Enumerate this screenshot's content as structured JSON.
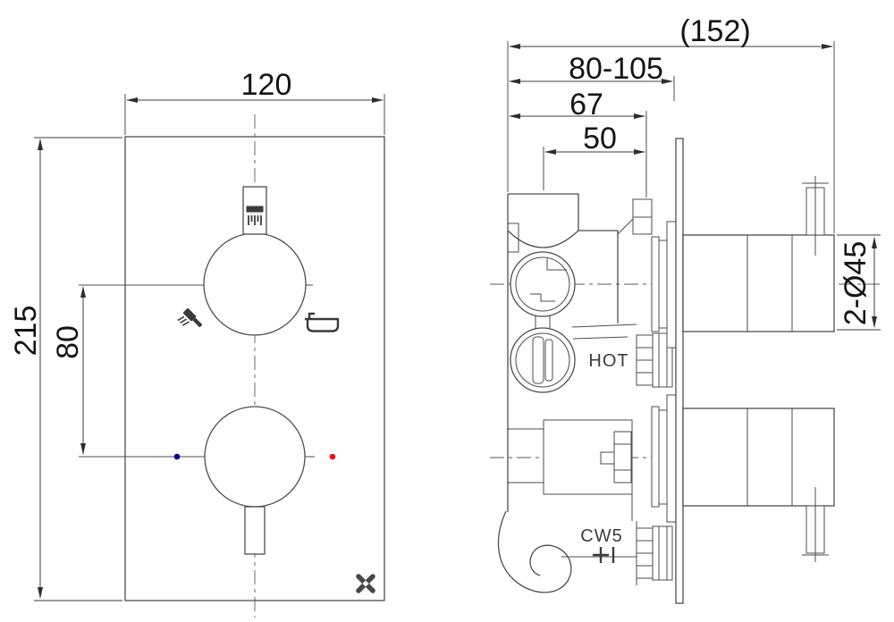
{
  "front_view": {
    "width_mm": "120",
    "height_mm": "215",
    "handle_spacing_mm": "80"
  },
  "side_view": {
    "overall_depth_mm": "(152)",
    "wall_adjustment_mm": "80-105",
    "depth_to_plate_mm": "67",
    "depth_inner_mm": "50",
    "handles_diameter": "2-Ø45",
    "hot_label": "HOT",
    "cartridge_label": "CW5"
  },
  "colors": {
    "line": "#4d4d4d",
    "dimension_text": "#141414",
    "hot_marker": "#e8131b",
    "cold_marker": "#000090",
    "icon": "#3b3b3b"
  }
}
